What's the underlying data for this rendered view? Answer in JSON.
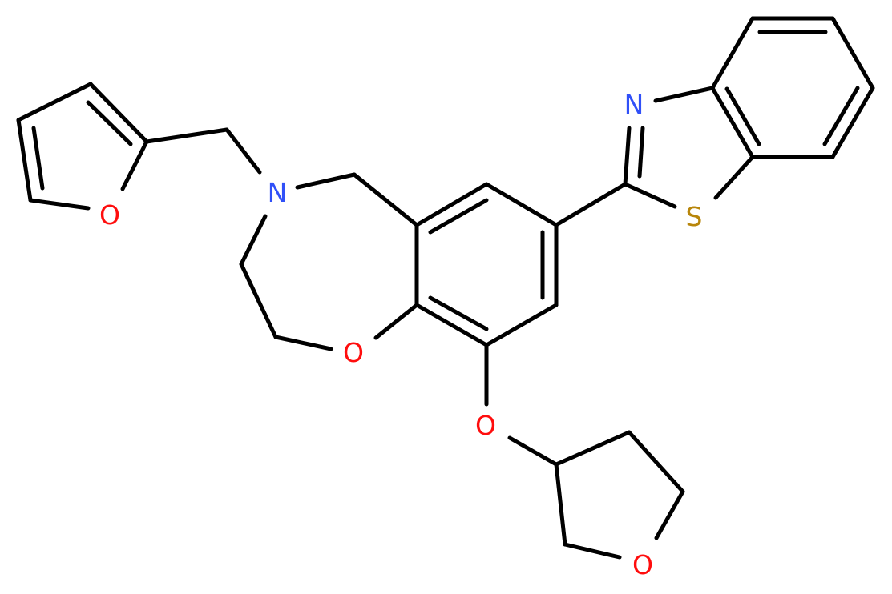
{
  "molecule": {
    "description": "2-[4-(furan-2-ylmethyl)-9-(oxolan-3-yloxy)-3,5-dihydro-2H-1,4-benzoxazepin-7-yl]-1,3-benzothiazole",
    "colors": {
      "bond": "#000000",
      "nitrogen": "#3050F8",
      "oxygen": "#FF0D0D",
      "sulfur": "#B8860B",
      "background": "#FFFFFF"
    },
    "atom_labels": {
      "furan_o": "O",
      "amine_n": "N",
      "ring_o": "O",
      "ether_o": "O",
      "thf_o": "O",
      "thiazole_n": "N",
      "thiazole_s": "S"
    }
  }
}
